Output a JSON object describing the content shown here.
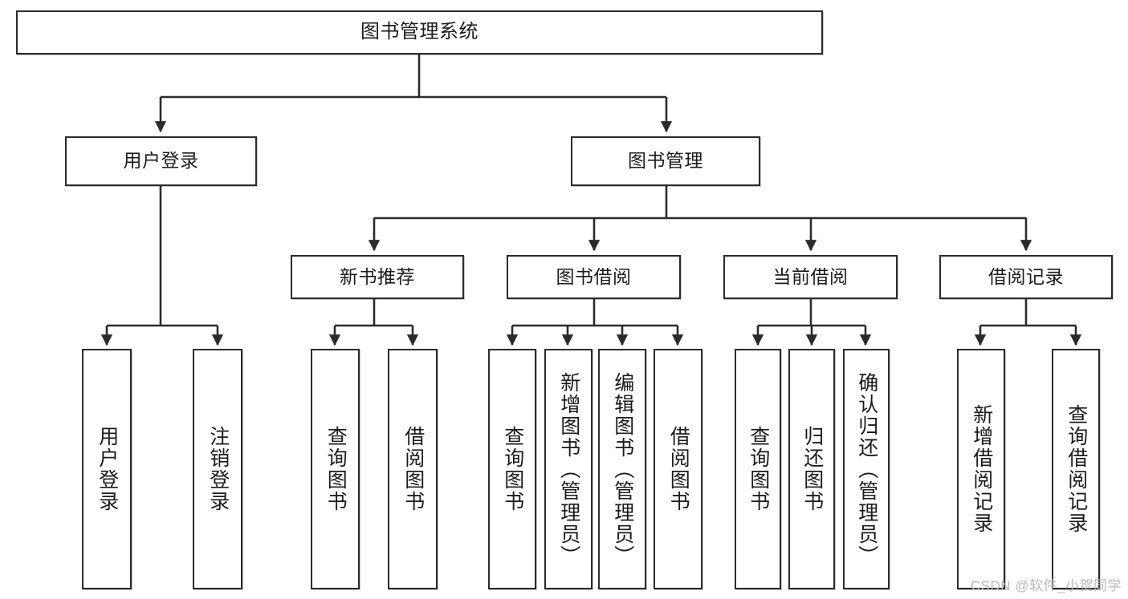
{
  "diagram": {
    "title": "图书管理系统",
    "type": "tree",
    "style": {
      "background": "#ffffff",
      "node_fill": "#ffffff",
      "node_stroke": "#2b2b2b",
      "edge_stroke": "#2b2b2b",
      "text_color": "#1b1b1b",
      "watermark_color": "#b9b9b9"
    },
    "watermark": "CSDN @软件_小贺同学",
    "nodes": {
      "root": {
        "label": "图书管理系统"
      },
      "level2": [
        {
          "label": "用户登录"
        },
        {
          "label": "图书管理"
        }
      ],
      "level3": [
        {
          "label": "新书推荐"
        },
        {
          "label": "图书借阅"
        },
        {
          "label": "当前借阅"
        },
        {
          "label": "借阅记录"
        }
      ],
      "leaves": {
        "user_login": [
          {
            "label": "用户登录"
          },
          {
            "label": "注销登录"
          }
        ],
        "new_book_recommend": [
          {
            "label": "查询图书"
          },
          {
            "label": "借阅图书"
          }
        ],
        "book_borrow": [
          {
            "label": "查询图书"
          },
          {
            "label": "新增图书（管理员）"
          },
          {
            "label": "编辑图书（管理员）"
          },
          {
            "label": "借阅图书"
          }
        ],
        "current_borrow": [
          {
            "label": "查询图书"
          },
          {
            "label": "归还图书"
          },
          {
            "label": "确认归还（管理员）"
          }
        ],
        "borrow_record": [
          {
            "label": "新增借阅记录"
          },
          {
            "label": "查询借阅记录"
          }
        ]
      }
    }
  }
}
